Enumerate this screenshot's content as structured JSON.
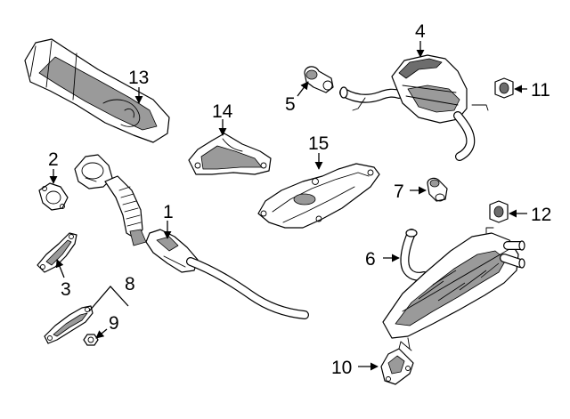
{
  "callouts": {
    "c1": "1",
    "c2": "2",
    "c3": "3",
    "c4": "4",
    "c5": "5",
    "c6": "6",
    "c7": "7",
    "c8": "8",
    "c9": "9",
    "c10": "10",
    "c11": "11",
    "c12": "12",
    "c13": "13",
    "c14": "14",
    "c15": "15"
  },
  "colors": {
    "line": "#000000",
    "fill": "#ffffff",
    "shading": "#9a9a9a",
    "dark_shading": "#6d6d6d"
  },
  "icons": {
    "arrowhead": "filled-triangle"
  }
}
